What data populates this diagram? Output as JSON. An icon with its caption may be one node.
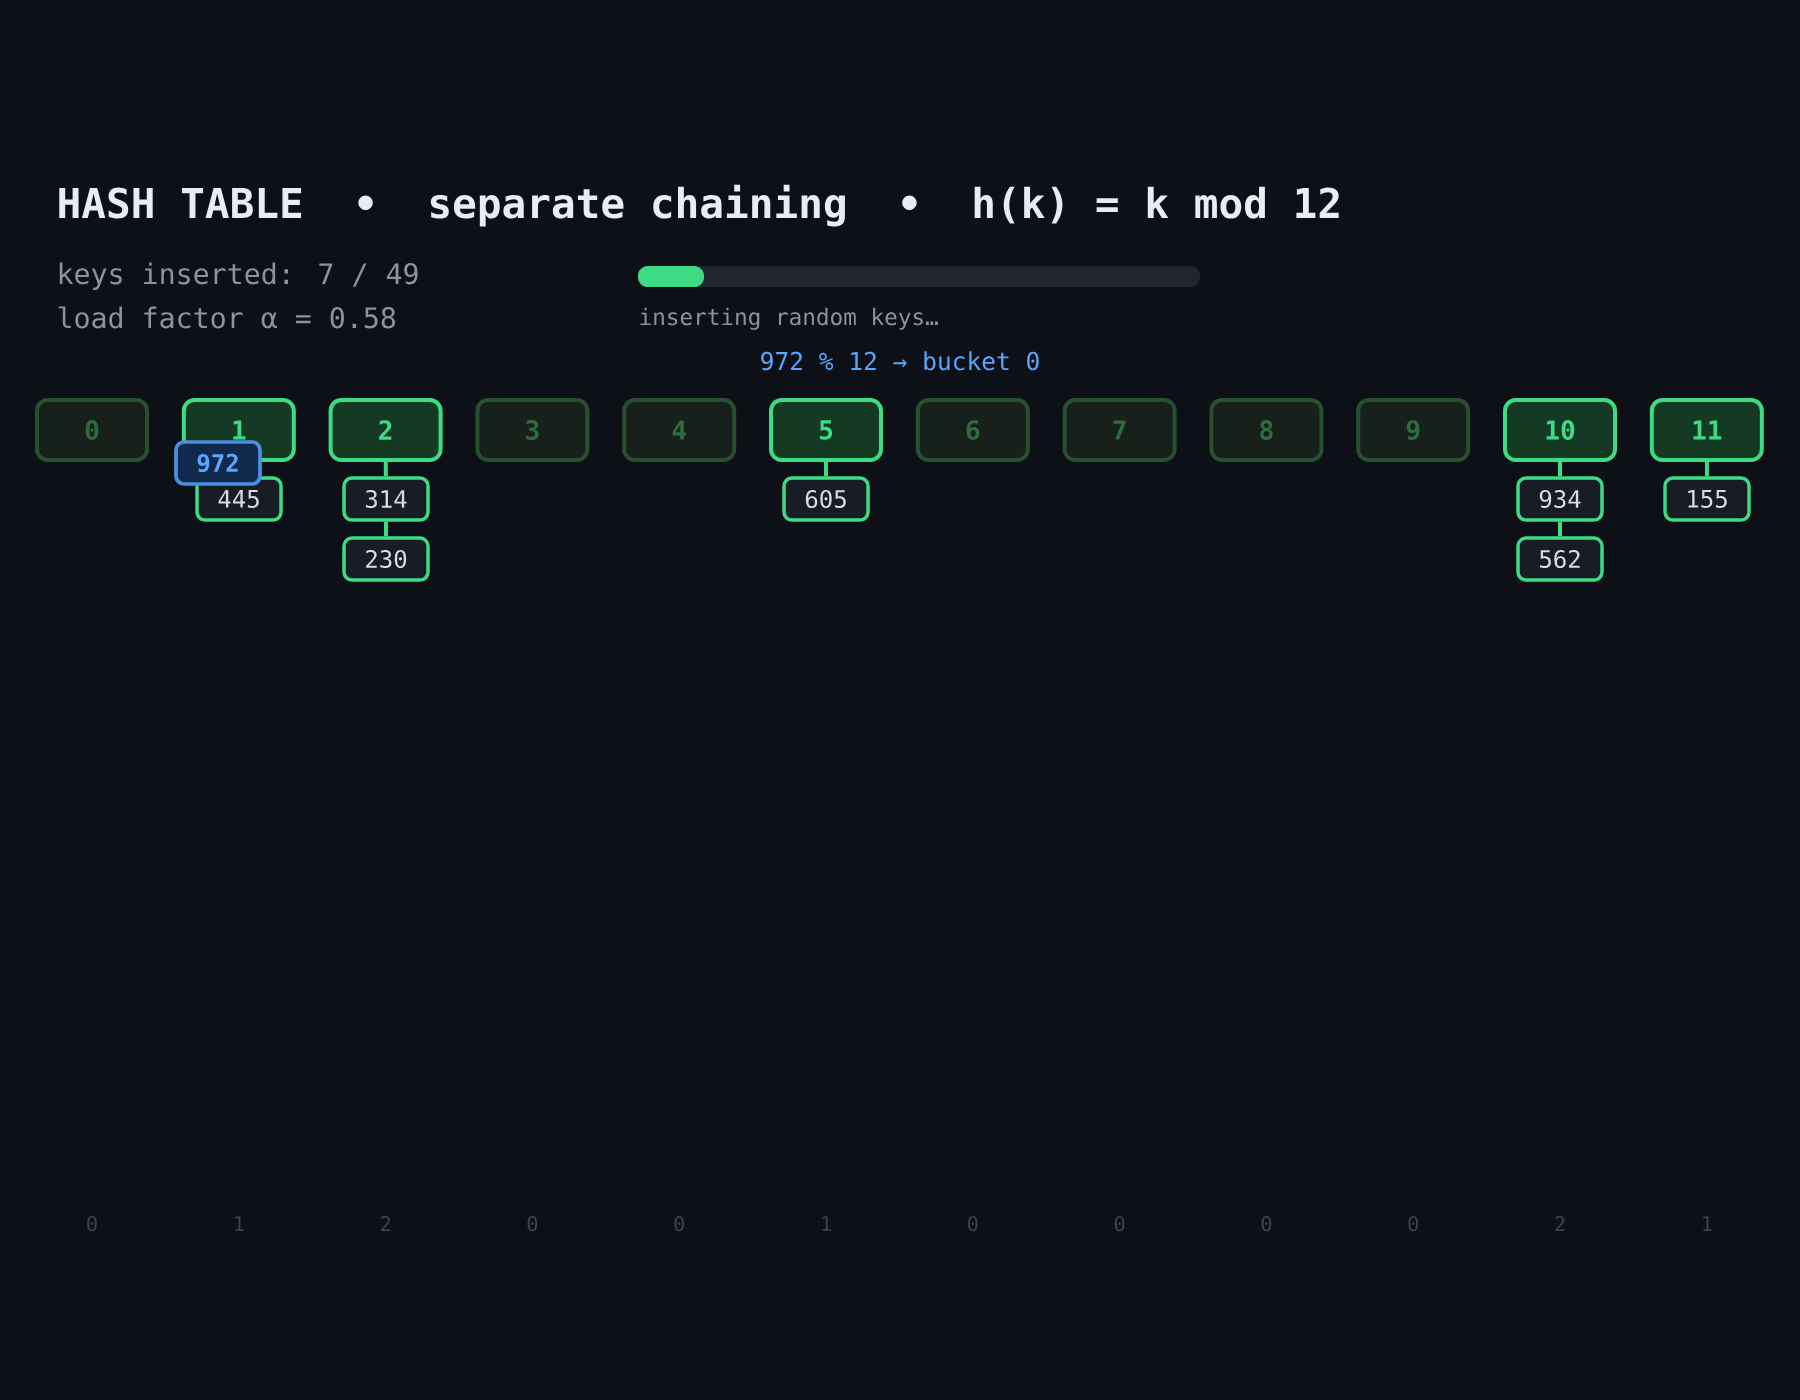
{
  "diagram": {
    "title": "HASH TABLE  •  separate chaining  •  h(k) = k mod 12",
    "nodes": [
      {
        "text": [
          "0"
        ]
      },
      {
        "text": [
          "1"
        ]
      },
      {
        "text": [
          "2"
        ]
      },
      {
        "text": [
          "3"
        ]
      },
      {
        "text": [
          "4"
        ]
      },
      {
        "text": [
          "5"
        ]
      },
      {
        "text": [
          "6"
        ]
      },
      {
        "text": [
          "7"
        ]
      },
      {
        "text": [
          "8"
        ]
      },
      {
        "text": [
          "9"
        ]
      },
      {
        "text": [
          "10"
        ]
      },
      {
        "text": [
          "11"
        ]
      },
      {
        "text": [
          "972"
        ]
      },
      {
        "text": [
          "445"
        ]
      },
      {
        "text": [
          "314"
        ]
      },
      {
        "text": [
          "605"
        ]
      },
      {
        "text": [
          "934"
        ]
      },
      {
        "text": [
          "155"
        ]
      },
      {
        "text": [
          "230"
        ]
      },
      {
        "text": [
          "562"
        ]
      }
    ],
    "edges": [
      {
        "from": 2,
        "to": 14,
        "arrow": "none"
      },
      {
        "from": 14,
        "to": 18,
        "arrow": "none"
      },
      {
        "from": 5,
        "to": 15,
        "arrow": "none"
      },
      {
        "from": 10,
        "to": 16,
        "arrow": "none"
      },
      {
        "from": 16,
        "to": 19,
        "arrow": "none"
      },
      {
        "from": 11,
        "to": 17,
        "arrow": "none"
      }
    ],
    "labels": [
      "keys inserted: 7 / 49",
      "load factor α = 0.58",
      "inserting random keys…",
      "972 % 12 → bucket 0",
      "0",
      "1",
      "2",
      "0",
      "0",
      "1",
      "0",
      "0",
      "0",
      "0",
      "2",
      "1"
    ]
  }
}
